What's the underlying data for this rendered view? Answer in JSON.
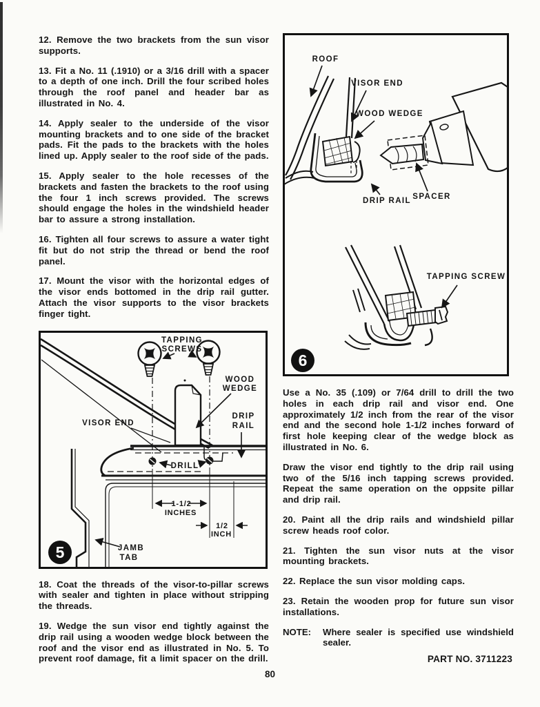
{
  "page": {
    "number": "80"
  },
  "colors": {
    "paper": "#fbfbf8",
    "ink": "#161616"
  },
  "left_column": {
    "items": [
      "12. Remove the two brackets from the sun visor supports.",
      "13. Fit a No. 11 (.1910) or a 3/16 drill with a spacer to a depth of one inch. Drill the four scribed holes through the roof panel and header bar as illustrated in No. 4.",
      "14. Apply sealer to the underside of the visor mounting brackets and to one side of the bracket pads. Fit the pads to the brackets with the holes lined up. Apply sealer to the roof side of the pads.",
      "15. Apply sealer to the hole recesses of the brackets and fasten the brackets to the roof using the four 1 inch screws provided. The screws should engage the holes in the windshield header bar to assure a strong installation.",
      "16. Tighten all four screws to assure a water tight fit but do not strip the thread or bend the roof panel.",
      "17. Mount the visor with the horizontal edges of the visor ends bottomed in the drip rail gutter. Attach the visor supports to the visor brackets finger tight."
    ],
    "items_after_figure": [
      "18. Coat the threads of the visor-to-pillar screws with sealer and tighten in place without stripping the threads.",
      "19. Wedge the sun visor end tightly against the drip rail using a wooden wedge block between the roof and the visor end as illustrated in No. 5. To prevent roof damage, fit a limit spacer on the drill."
    ]
  },
  "right_column": {
    "paragraphs": [
      "Use a No. 35 (.109) or 7/64 drill to drill the two holes in each drip rail and visor end. One approximately 1/2 inch from the rear of the visor end and the second hole 1-1/2 inches forward of first hole keeping clear of the wedge block as illustrated in No. 6.",
      "Draw the visor end tightly to the drip rail using two of the 5/16 inch tapping screws provided. Repeat the same operation on the oppsite pillar and drip rail."
    ],
    "items": [
      "20. Paint all the drip rails and windshield pillar screw heads roof color.",
      "21. Tighten the sun visor nuts at the visor mounting brackets.",
      "22. Replace the sun visor molding caps.",
      "23. Retain the wooden prop for future sun visor installations."
    ],
    "note_label": "NOTE:",
    "note_text": "Where sealer is specified use windshield sealer.",
    "part_no": "PART NO. 3711223"
  },
  "figure5": {
    "number": "5",
    "labels": {
      "tapping_line1": "TAPPING",
      "tapping_line2": "SCREWS",
      "wood_line1": "WOOD",
      "wood_line2": "WEDGE",
      "visor_end": "VISOR END",
      "drip_line1": "DRIP",
      "drip_line2": "RAIL",
      "drill": "DRILL",
      "dim1_line1": "1-1/2",
      "dim1_line2": "INCHES",
      "dim2_line1": "1/2",
      "dim2_line2": "INCH",
      "jamb_line1": "JAMB",
      "jamb_line2": "TAB"
    }
  },
  "figure6": {
    "number": "6",
    "labels": {
      "roof": "ROOF",
      "visor_end": "VISOR END",
      "wood_wedge": "WOOD WEDGE",
      "drip_rail": "DRIP RAIL",
      "spacer": "SPACER",
      "tapping_screw": "TAPPING SCREW"
    }
  }
}
